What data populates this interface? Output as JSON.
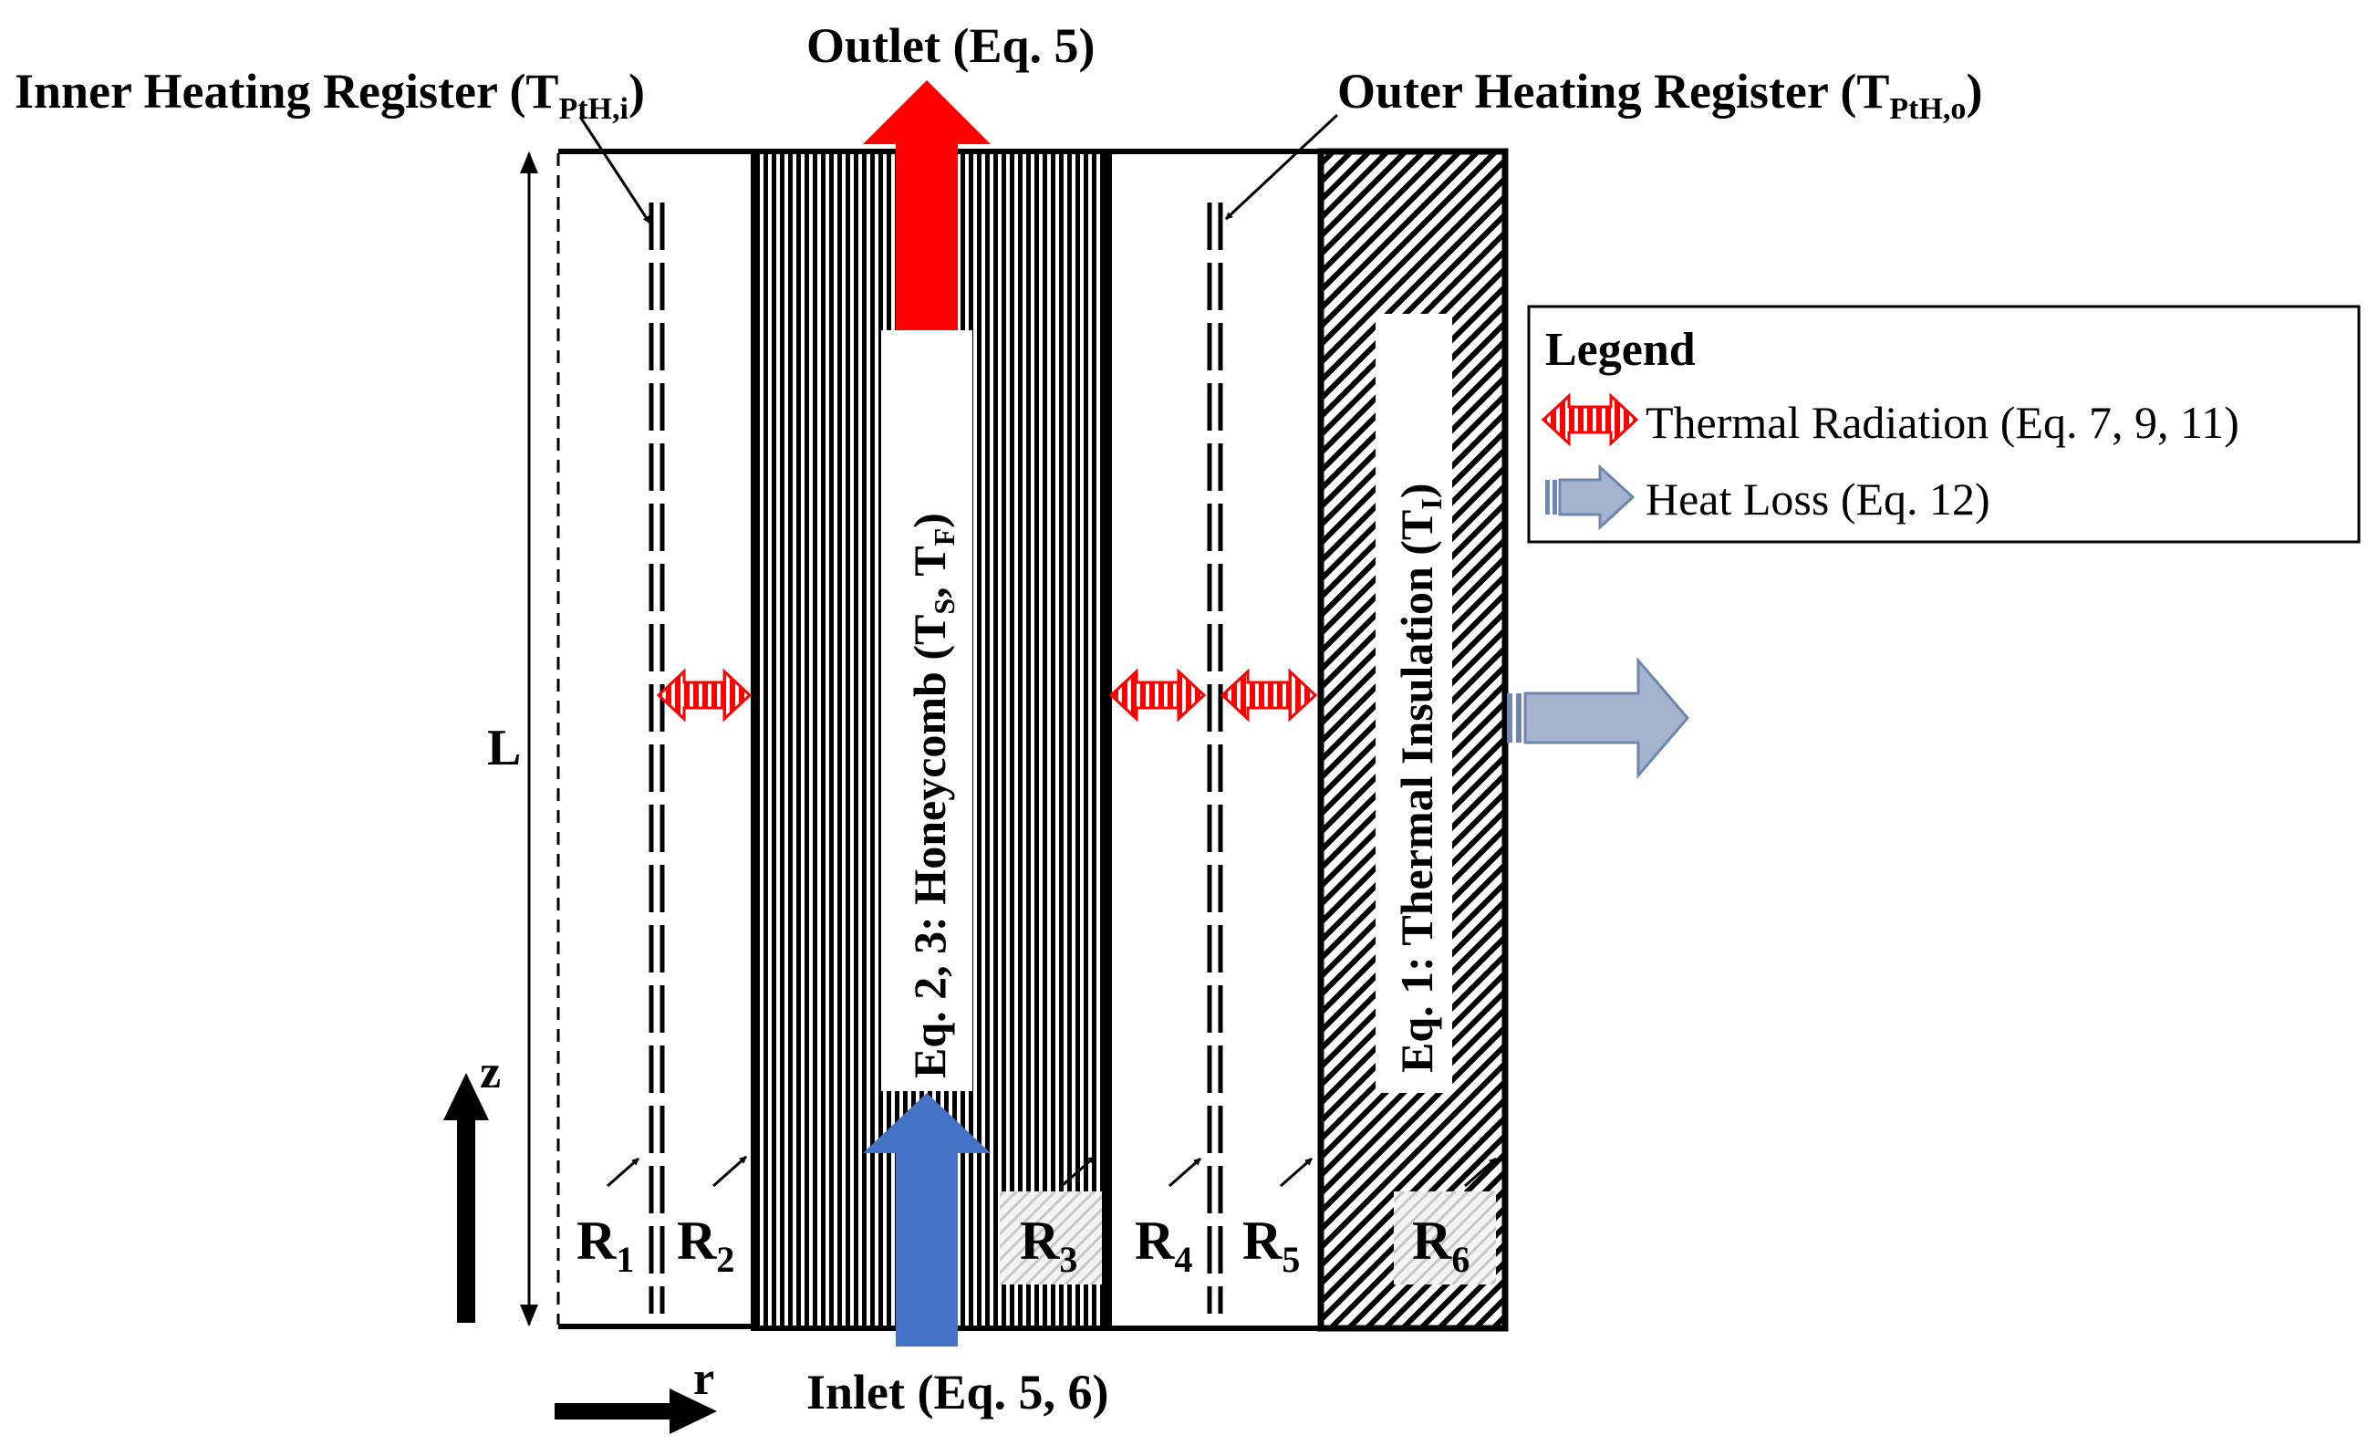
{
  "labels": {
    "outlet": "Outlet (Eq. 5)",
    "inlet": "Inlet (Eq. 5, 6)",
    "inner_register": {
      "main": "Inner Heating Register (T",
      "sub": "PtH,i",
      "end": ")"
    },
    "outer_register": {
      "main": "Outer Heating Register (T",
      "sub": "PtH,o",
      "end": ")"
    },
    "honeycomb": {
      "a": "Eq. 2, 3: Honeycomb (T",
      "s1": "S",
      "b": ", T",
      "s2": "F",
      "c": ")"
    },
    "insulation": {
      "a": "Eq. 1: Thermal Insulation (T",
      "s": "I",
      "c": ")"
    },
    "length": "L",
    "axis_z": "z",
    "axis_r": "r",
    "radii": [
      {
        "main": "R",
        "sub": "1"
      },
      {
        "main": "R",
        "sub": "2"
      },
      {
        "main": "R",
        "sub": "3"
      },
      {
        "main": "R",
        "sub": "4"
      },
      {
        "main": "R",
        "sub": "5"
      },
      {
        "main": "R",
        "sub": "6"
      }
    ]
  },
  "legend": {
    "title": "Legend",
    "items": [
      {
        "icon": "thermal-radiation-arrow-icon",
        "label": "Thermal Radiation (Eq. 7, 9, 11)"
      },
      {
        "icon": "heat-loss-arrow-icon",
        "label": "Heat Loss (Eq. 12)"
      }
    ]
  },
  "colors": {
    "outlet_arrow": "#ff0000",
    "inlet_arrow": "#4472c4",
    "radiation": "#ff0000",
    "heat_loss": "#a5b4ce",
    "heat_loss_edge": "#6f86ad"
  }
}
